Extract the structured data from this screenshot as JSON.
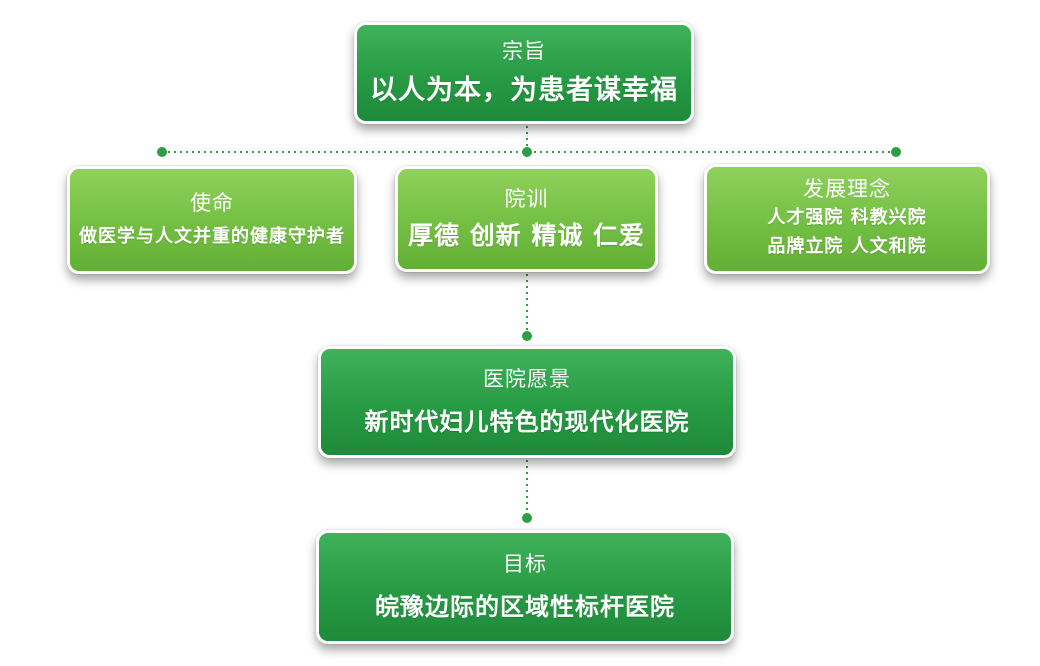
{
  "zongzhi": {
    "label": "宗旨",
    "content": "以人为本，为患者谋幸福"
  },
  "shiming": {
    "label": "使命",
    "content": "做医学与人文并重的健康守护者"
  },
  "yuanxun": {
    "label": "院训",
    "content": "厚德 创新 精诚 仁爱"
  },
  "fazhan": {
    "label": "发展理念",
    "line1": "人才强院  科教兴院",
    "line2": "品牌立院  人文和院"
  },
  "yuanjing": {
    "label": "医院愿景",
    "content": "新时代妇儿特色的现代化医院"
  },
  "mubiao": {
    "label": "目标",
    "content": "皖豫边际的区域性标杆医院"
  },
  "colors": {
    "dark_green": "#279a44",
    "light_green": "#73bf43",
    "connector": "#2e9e45"
  }
}
